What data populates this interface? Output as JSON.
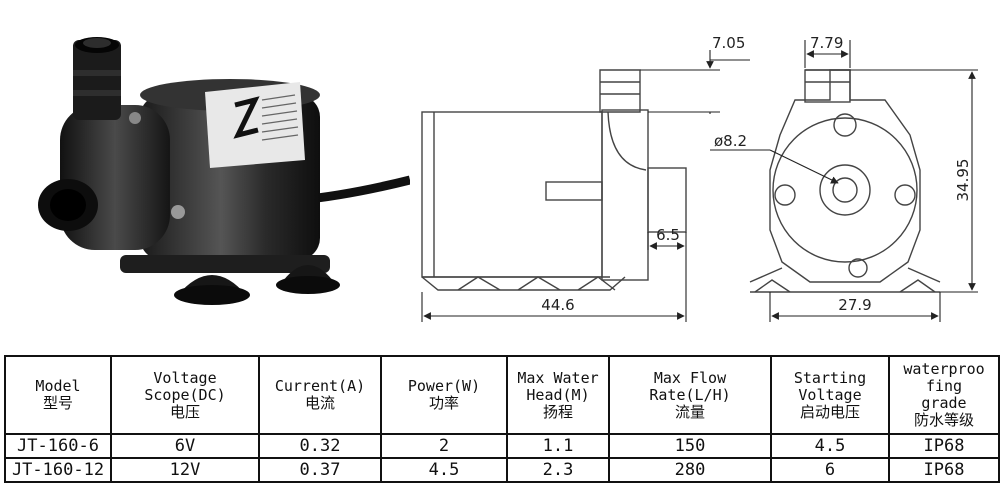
{
  "drawing": {
    "dimensions": {
      "top_offset_side": "7.05",
      "top_offset_front": "7.79",
      "diameter": "ø8.2",
      "height": "34.95",
      "length": "44.6",
      "width": "27.9",
      "inlet_offset": "6.5"
    }
  },
  "table": {
    "headers": [
      {
        "en": "Model",
        "zh": "型号"
      },
      {
        "en": "Voltage\nScope(DC)",
        "zh": "电压"
      },
      {
        "en": "Current(A)",
        "zh": "电流"
      },
      {
        "en": "Power(W)",
        "zh": "功率"
      },
      {
        "en": "Max Water\nHead(M)",
        "zh": "扬程"
      },
      {
        "en": "Max Flow\nRate(L/H)",
        "zh": "流量"
      },
      {
        "en": "Starting\nVoltage",
        "zh": "启动电压"
      },
      {
        "en": "waterproo\nfing\ngrade",
        "zh": "防水等级"
      }
    ],
    "rows": [
      [
        "JT-160-6",
        "6V",
        "0.32",
        "2",
        "1.1",
        "150",
        "4.5",
        "IP68"
      ],
      [
        "JT-160-12",
        "12V",
        "0.37",
        "4.5",
        "2.3",
        "280",
        "6",
        "IP68"
      ]
    ]
  }
}
